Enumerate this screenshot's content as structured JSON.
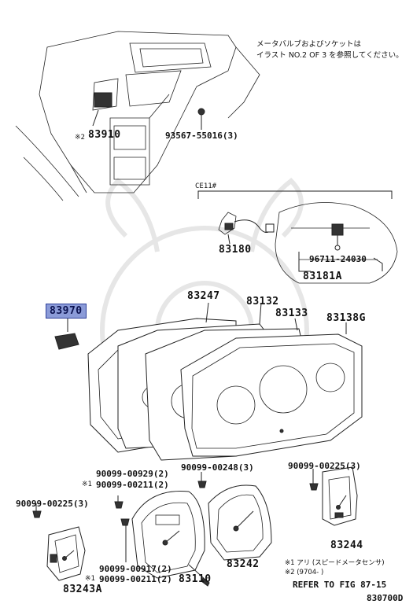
{
  "labels": {
    "note_line1": "メータバルブおよびソケットは",
    "note_line2": "イラスト NO.2 OF 3 を参照してください。",
    "p83910": "83910",
    "mark_83910": "※2",
    "p93567": "93567-55016(3)",
    "ce11": "CE11#",
    "p83180": "83180",
    "p96711": "96711-24030",
    "p83181a": "83181A",
    "p83970": "83970",
    "p83247": "83247",
    "p83132": "83132",
    "p83133": "83133",
    "p83138g": "83138G",
    "p90099_00248": "90099-00248(3)",
    "p90099_00929": "90099-00929(2)",
    "p90099_00211_top": "90099-00211(2)",
    "mark_00211_top": "※1",
    "p90099_00225_left": "90099-00225(3)",
    "p90099_00225_right": "90099-00225(3)",
    "p83244": "83244",
    "p83242": "83242",
    "p90099_00917": "90099-00917(2)",
    "p90099_00211_bot": "90099-00211(2)",
    "mark_00211_bot": "※1",
    "p83110": "83110",
    "p83243a": "83243A",
    "foot_note1": "※1 アリ (スピードメータセンサ)",
    "foot_note2": "※2 (9704-      )",
    "refer": "REFER TO FIG 87-15",
    "fig_code": "830700D"
  }
}
